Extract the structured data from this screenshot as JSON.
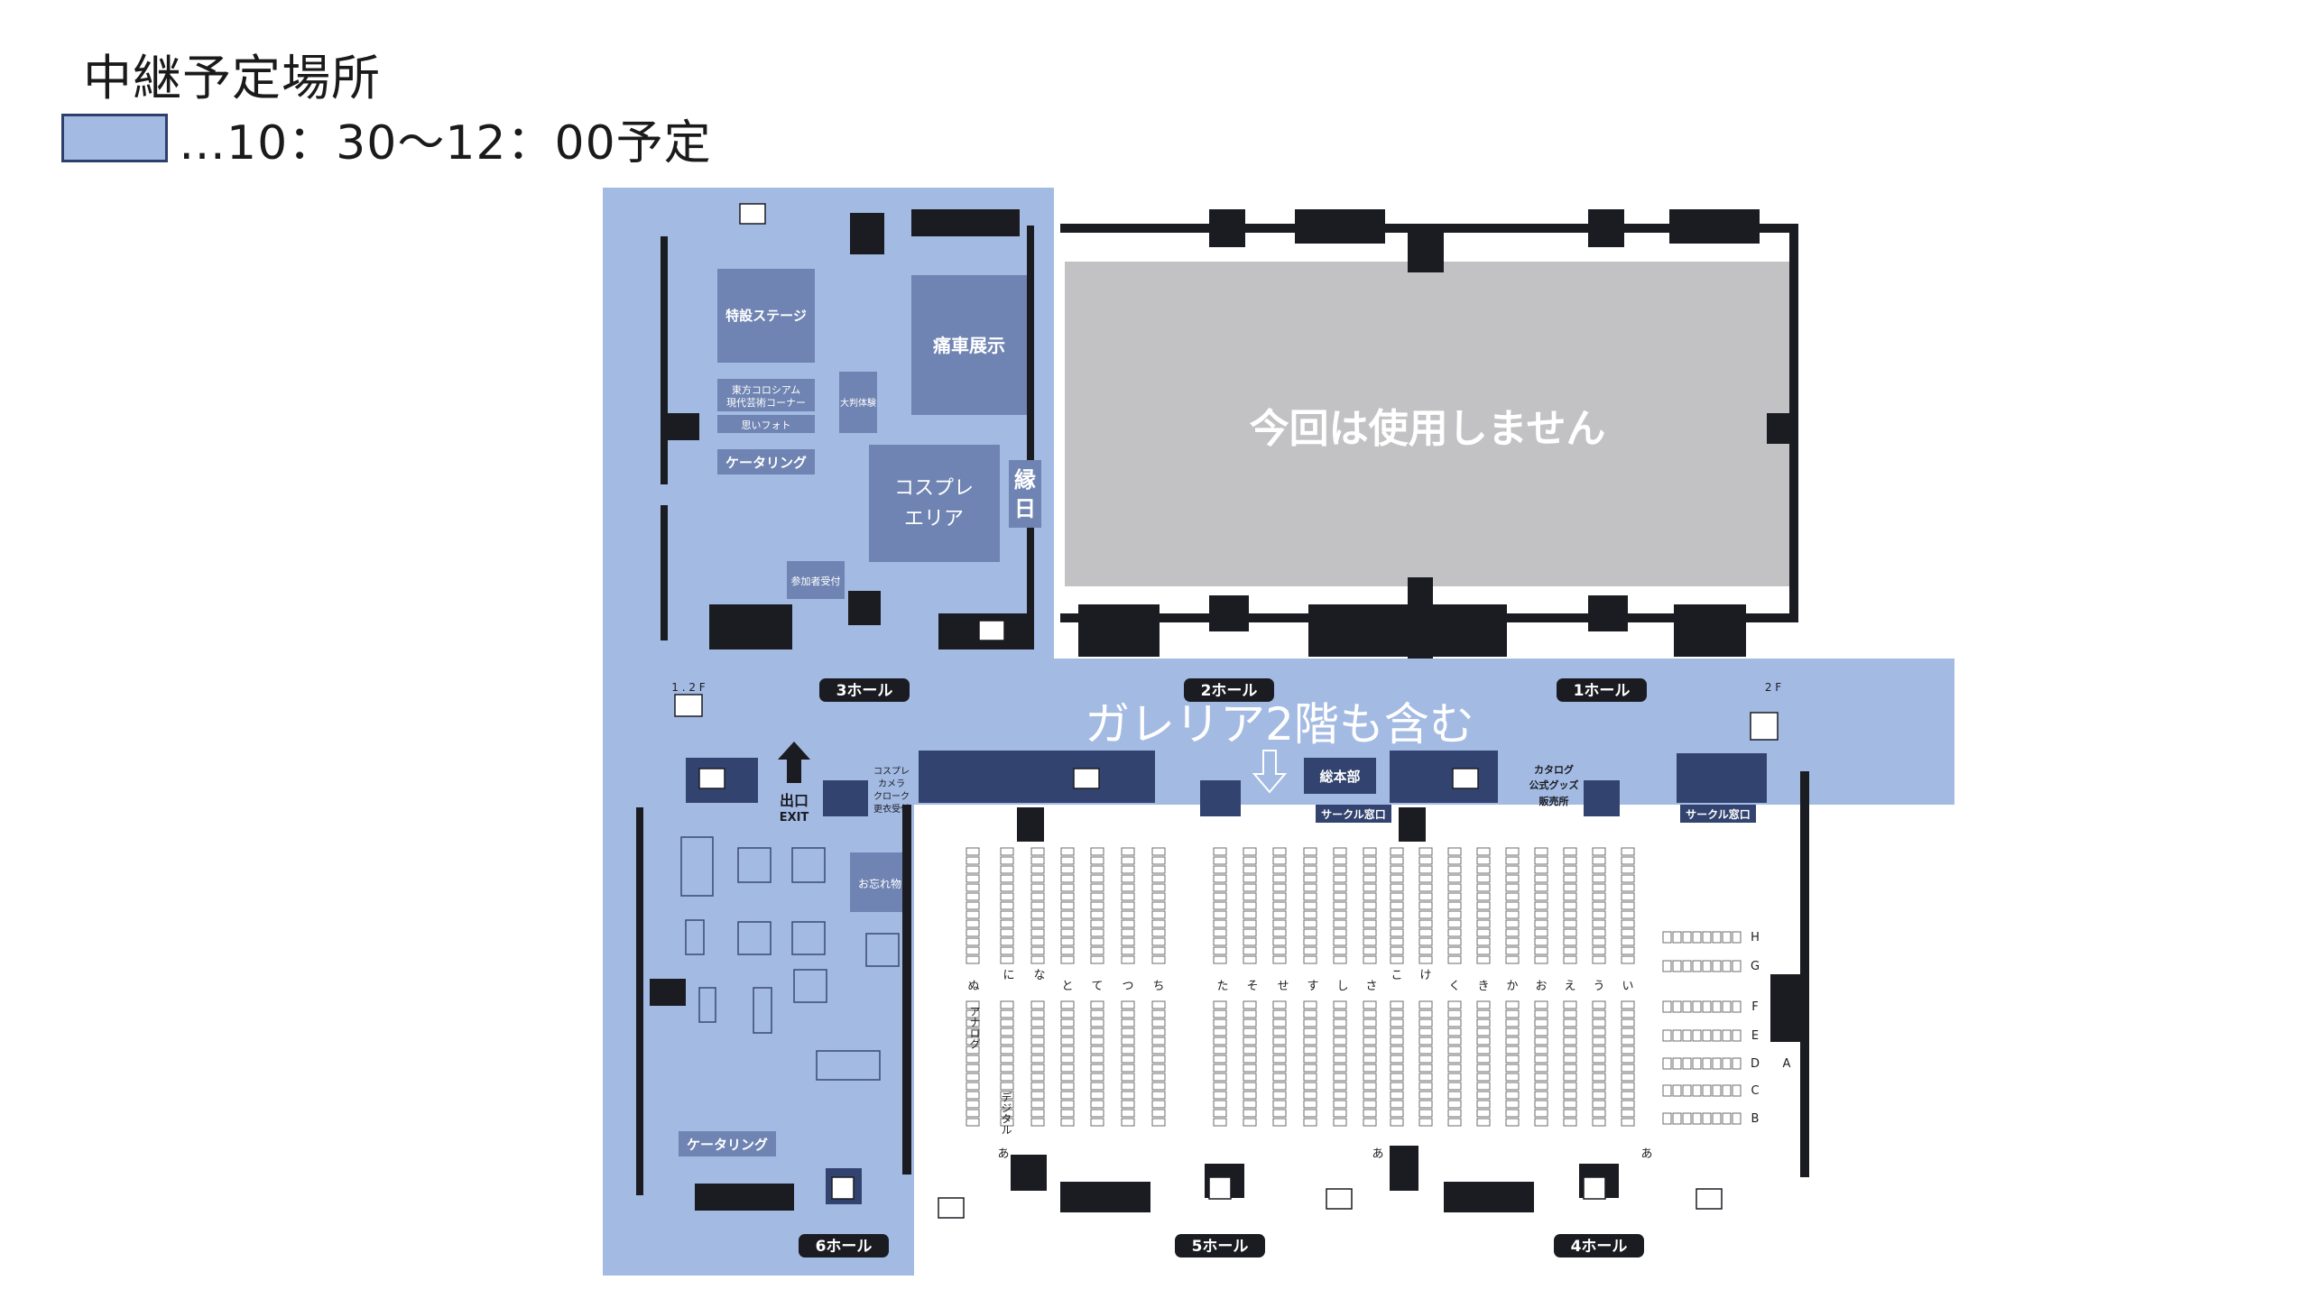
{
  "header": {
    "title": "中継予定場所",
    "legend_text": "…10：30〜12：00予定"
  },
  "colors": {
    "highlight": "#a3bae3",
    "unused": "#c2c2c4",
    "wall": "#1b1c22",
    "dark_block": "#33436f",
    "mid_block": "#6f84b2"
  },
  "map": {
    "unused_label": "今回は使用しません",
    "gallery_label": "ガレリア2階も含む",
    "halls": {
      "hall1": "1ホール",
      "hall2": "2ホール",
      "hall3": "3ホール",
      "hall4": "4ホール",
      "hall5": "5ホール",
      "hall6": "6ホール"
    },
    "areas": {
      "special_stage": "特設ステージ",
      "vehicle_exhibit": "痛車展示",
      "cosplay_area_1": "コスプレ",
      "cosplay_area_2": "エリア",
      "ennichi_1": "縁",
      "ennichi_2": "日",
      "catering_1": "ケータリング",
      "catering_2": "ケータリング",
      "colosseum_1": "東方コロシアム",
      "colosseum_2": "現代芸術コーナー",
      "photo": "思いフォト",
      "experience": "大判体験",
      "participant_reception": "参加者受付",
      "exit_jp": "出口",
      "exit_en": "EXIT",
      "cosplay_cloak_1": "コスプレ",
      "cosplay_cloak_2": "カメラ",
      "cosplay_cloak_3": "クローク",
      "cosplay_cloak_4": "更衣受付",
      "headquarters": "総本部",
      "circle_window_1": "サークル窓口",
      "circle_window_2": "サークル窓口",
      "catalog_1": "カタログ",
      "catalog_2": "公式グッズ",
      "catalog_3": "販売所",
      "forgotten": "お忘れ物",
      "floor_12": "1 . 2 F",
      "floor_2": "2 F"
    },
    "rows": {
      "left_group": [
        "ぬ",
        "に",
        "な",
        "と",
        "て",
        "つ",
        "ち"
      ],
      "mid_group": [
        "た",
        "そ",
        "せ",
        "す",
        "し",
        "さ"
      ],
      "mid_group2": [
        "こ",
        "け"
      ],
      "right_group": [
        "く",
        "き",
        "か",
        "お",
        "え",
        "う",
        "い"
      ],
      "side_letters": [
        "H",
        "G",
        "F",
        "E",
        "D",
        "C",
        "B"
      ],
      "side_extra": "A",
      "analog": "アナログ",
      "digital": "デジタル",
      "a_1": "あ",
      "a_2": "あ",
      "a_3": "あ"
    }
  }
}
